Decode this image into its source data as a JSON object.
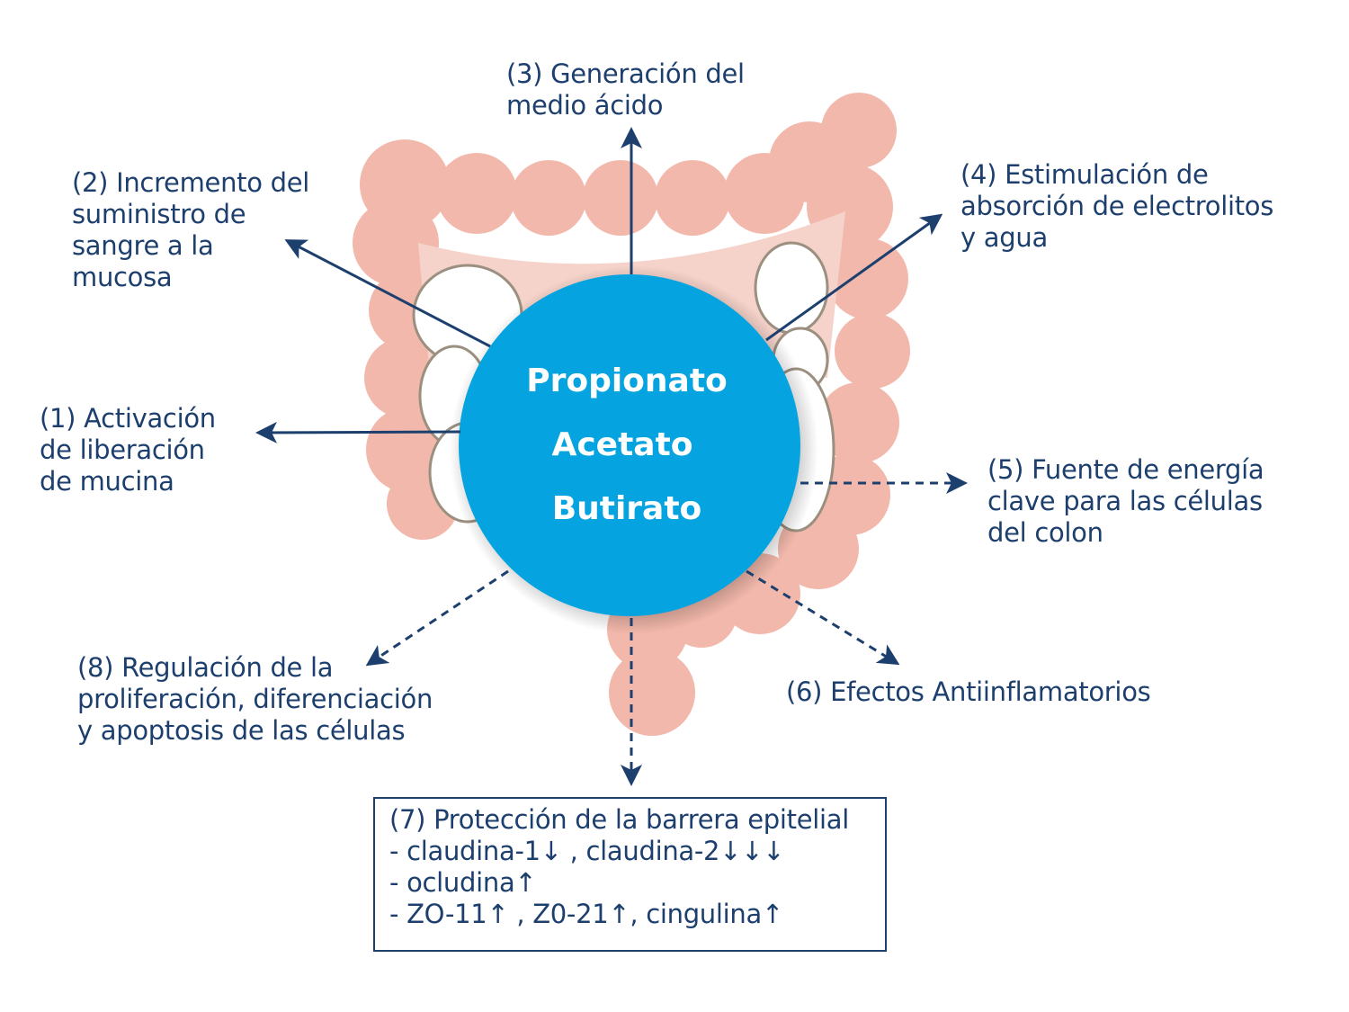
{
  "center": {
    "lines": [
      "Propionato",
      "Acetato",
      "Butirato"
    ],
    "color": "#05a3df"
  },
  "effects": [
    {
      "id": "1",
      "text": "(1) Activación\nde liberación\nde mucina"
    },
    {
      "id": "2",
      "text": "(2) Incremento del\nsuministro de\nsangre a la\nmucosa"
    },
    {
      "id": "3",
      "text": "(3) Generación del\n     medio ácido"
    },
    {
      "id": "4",
      "text": "(4) Estimulación de\nabsorción de electrolitos\ny agua"
    },
    {
      "id": "5",
      "text": "(5) Fuente de energía\nclave para las células\ndel colon"
    },
    {
      "id": "6",
      "text": "(6) Efectos Antiinflamatorios"
    },
    {
      "id": "8",
      "text": "(8) Regulación de la\nproliferación, diferenciación\ny apoptosis de las células"
    }
  ],
  "barrier_box": {
    "title": "(7) Protección de la barrera epitelial",
    "items": [
      "- claudina-1↓ , claudina-2↓↓↓",
      "- ocludina↑",
      "- ZO-11↑ , Z0-21↑, cingulina↑"
    ]
  },
  "colors": {
    "text": "#1d3f6e",
    "colon": "#f2b8ab",
    "colon_inner": "#f6d3ca"
  }
}
